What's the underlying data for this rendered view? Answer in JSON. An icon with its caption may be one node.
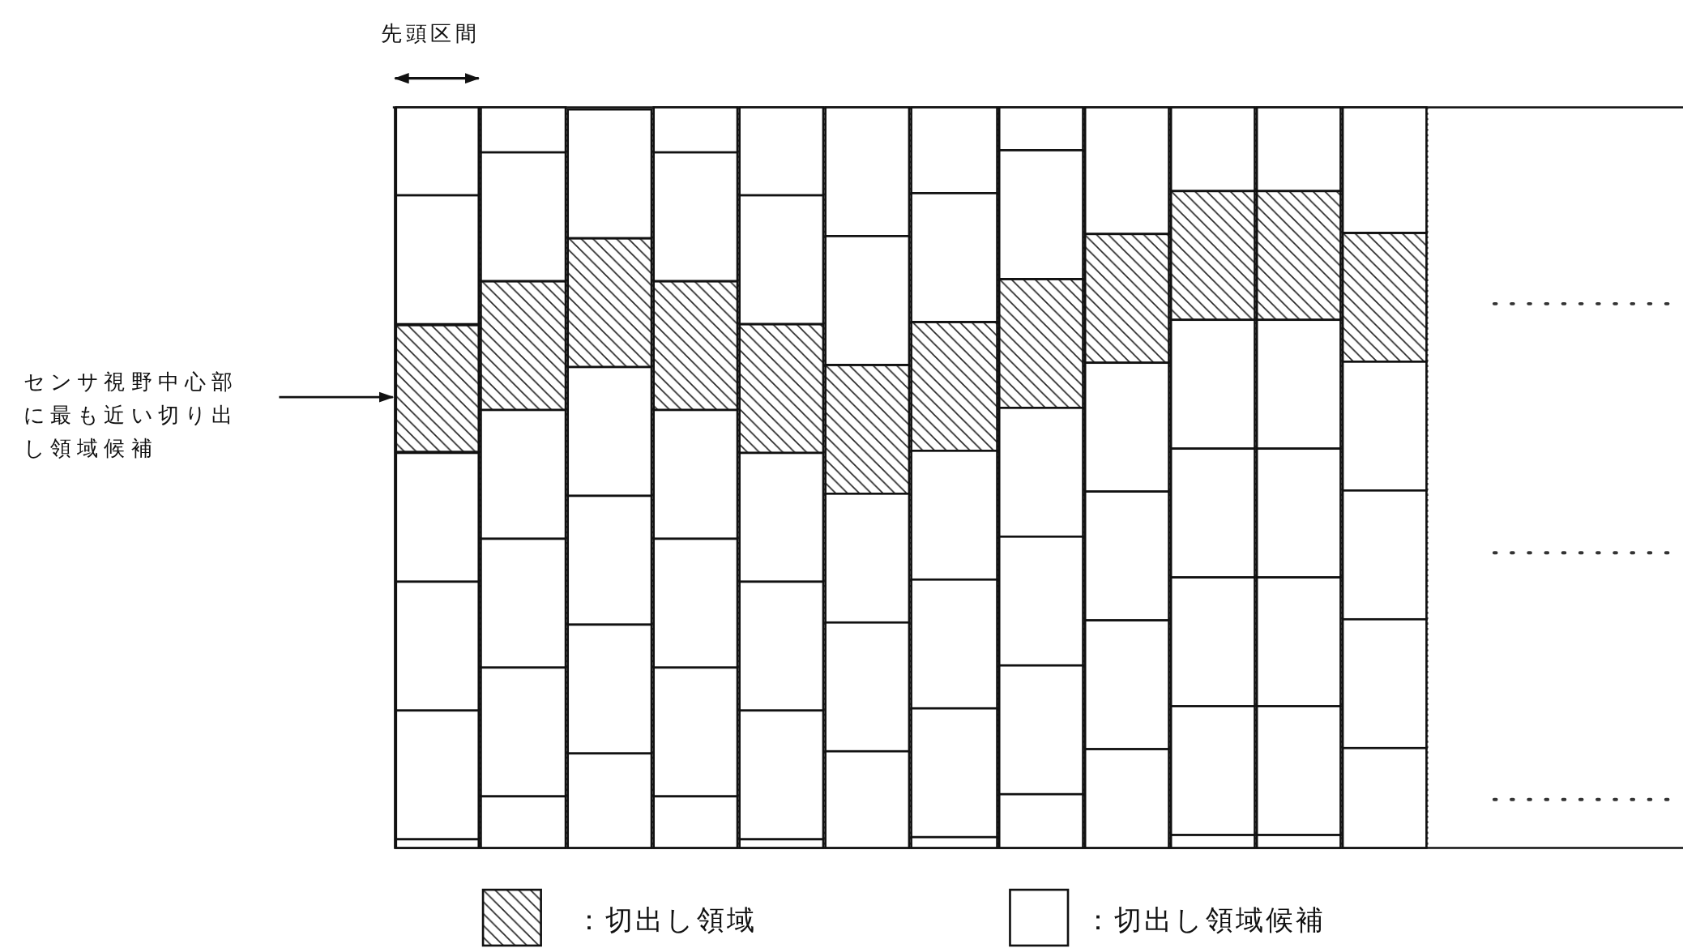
{
  "diagram": {
    "nodes": [
      {
        "text": [
          "センサ視野中心部に最も近い切り出し領域候補"
        ]
      },
      {
        "text": [],
        "shape": "box"
      }
    ],
    "edges": [
      {
        "from": 0,
        "to": 1,
        "arrow": "to"
      }
    ],
    "labels": [
      "先頭区間"
    ],
    "legend": [
      {
        "text": "：切出し領域"
      },
      {
        "text": "：切出し領域候補"
      }
    ]
  }
}
